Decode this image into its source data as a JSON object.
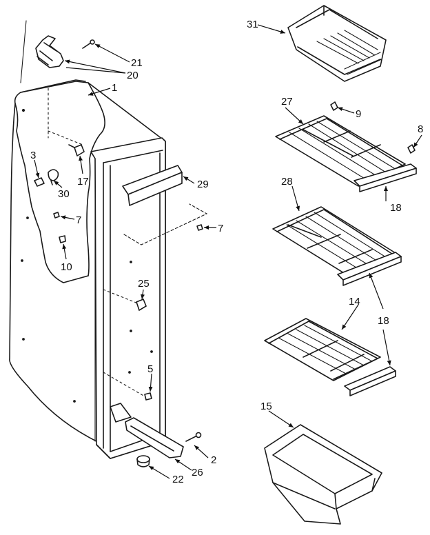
{
  "labels": {
    "l1": "1",
    "l2": "2",
    "l3": "3",
    "l5": "5",
    "l7a": "7",
    "l7b": "7",
    "l8": "8",
    "l9": "9",
    "l10": "10",
    "l14": "14",
    "l15": "15",
    "l17": "17",
    "l18a": "18",
    "l18b": "18",
    "l20": "20",
    "l21": "21",
    "l22": "22",
    "l25": "25",
    "l26": "26",
    "l27": "27",
    "l28": "28",
    "l29": "29",
    "l30": "30",
    "l31": "31"
  },
  "colors": {
    "line": "#1a1a1a",
    "background": "#ffffff"
  }
}
